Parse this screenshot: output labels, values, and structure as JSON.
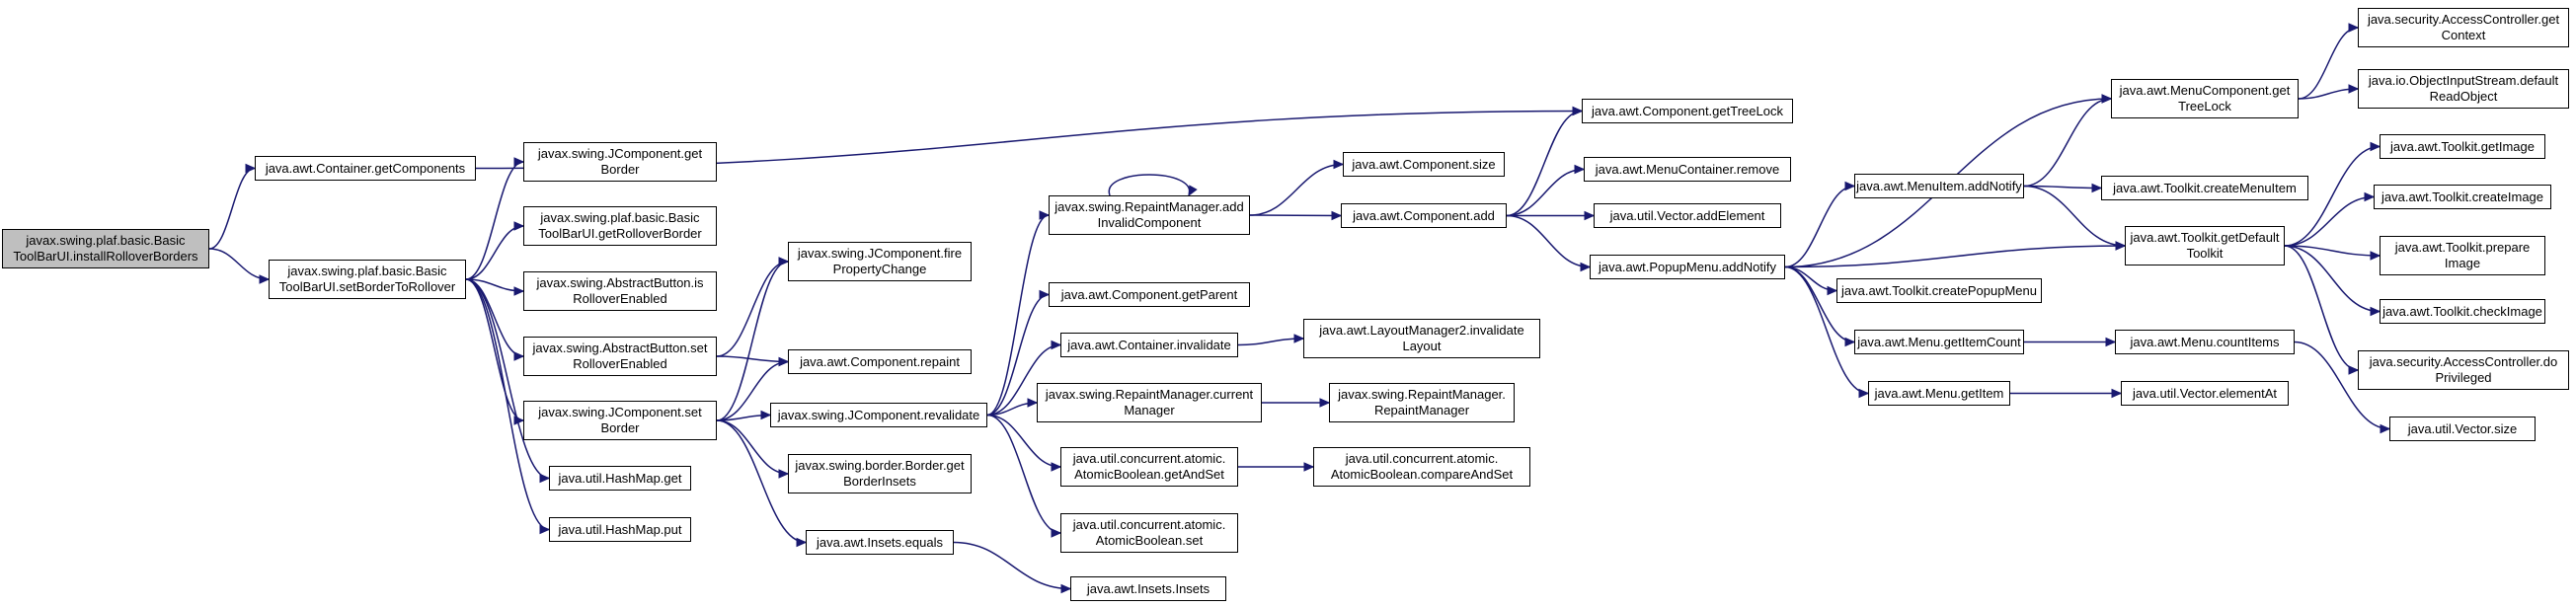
{
  "graph": {
    "edge_color": "#191970",
    "root_fill": "#bfbfbf",
    "nodes": [
      {
        "id": "root",
        "root": true,
        "lines": [
          "javax.swing.plaf.basic.Basic",
          "ToolBarUI.installRolloverBorders"
        ]
      },
      {
        "id": "getComponents",
        "lines": [
          "java.awt.Container.getComponents"
        ]
      },
      {
        "id": "setBorderToRollover",
        "lines": [
          "javax.swing.plaf.basic.Basic",
          "ToolBarUI.setBorderToRollover"
        ]
      },
      {
        "id": "jcGetBorder",
        "lines": [
          "javax.swing.JComponent.get",
          "Border"
        ]
      },
      {
        "id": "getRolloverBorder",
        "lines": [
          "javax.swing.plaf.basic.Basic",
          "ToolBarUI.getRolloverBorder"
        ]
      },
      {
        "id": "isRolloverEnabled",
        "lines": [
          "javax.swing.AbstractButton.is",
          "RolloverEnabled"
        ]
      },
      {
        "id": "setRolloverEnabled",
        "lines": [
          "javax.swing.AbstractButton.set",
          "RolloverEnabled"
        ]
      },
      {
        "id": "jcSetBorder",
        "lines": [
          "javax.swing.JComponent.set",
          "Border"
        ]
      },
      {
        "id": "hashGet",
        "lines": [
          "java.util.HashMap.get"
        ]
      },
      {
        "id": "hashPut",
        "lines": [
          "java.util.HashMap.put"
        ]
      },
      {
        "id": "firePropertyChange",
        "lines": [
          "javax.swing.JComponent.fire",
          "PropertyChange"
        ]
      },
      {
        "id": "compRepaint",
        "lines": [
          "java.awt.Component.repaint"
        ]
      },
      {
        "id": "revalidate",
        "lines": [
          "javax.swing.JComponent.revalidate"
        ]
      },
      {
        "id": "getBorderInsets",
        "lines": [
          "javax.swing.border.Border.get",
          "BorderInsets"
        ]
      },
      {
        "id": "insetsEquals",
        "lines": [
          "java.awt.Insets.equals"
        ]
      },
      {
        "id": "insetsInsets",
        "lines": [
          "java.awt.Insets.Insets"
        ]
      },
      {
        "id": "addInvalidComponent",
        "lines": [
          "javax.swing.RepaintManager.add",
          "InvalidComponent"
        ]
      },
      {
        "id": "getParent",
        "lines": [
          "java.awt.Component.getParent"
        ]
      },
      {
        "id": "containerInvalidate",
        "lines": [
          "java.awt.Container.invalidate"
        ]
      },
      {
        "id": "currentManager",
        "lines": [
          "javax.swing.RepaintManager.current",
          "Manager"
        ]
      },
      {
        "id": "getAndSet",
        "lines": [
          "java.util.concurrent.atomic.",
          "AtomicBoolean.getAndSet"
        ]
      },
      {
        "id": "abSet",
        "lines": [
          "java.util.concurrent.atomic.",
          "AtomicBoolean.set"
        ]
      },
      {
        "id": "compSize",
        "lines": [
          "java.awt.Component.size"
        ]
      },
      {
        "id": "compAdd",
        "lines": [
          "java.awt.Component.add"
        ]
      },
      {
        "id": "lm2Invalidate",
        "lines": [
          "java.awt.LayoutManager2.invalidate",
          "Layout"
        ]
      },
      {
        "id": "rmRepaintManager",
        "lines": [
          "javax.swing.RepaintManager.",
          "RepaintManager"
        ]
      },
      {
        "id": "compareAndSet",
        "lines": [
          "java.util.concurrent.atomic.",
          "AtomicBoolean.compareAndSet"
        ]
      },
      {
        "id": "getTreeLock",
        "lines": [
          "java.awt.Component.getTreeLock"
        ]
      },
      {
        "id": "menuContainerRemove",
        "lines": [
          "java.awt.MenuContainer.remove"
        ]
      },
      {
        "id": "vectorAddElement",
        "lines": [
          "java.util.Vector.addElement"
        ]
      },
      {
        "id": "popupAddNotify",
        "lines": [
          "java.awt.PopupMenu.addNotify"
        ]
      },
      {
        "id": "menuItemAddNotify",
        "lines": [
          "java.awt.MenuItem.addNotify"
        ]
      },
      {
        "id": "createPopupMenu",
        "lines": [
          "java.awt.Toolkit.createPopupMenu"
        ]
      },
      {
        "id": "menuGetItemCount",
        "lines": [
          "java.awt.Menu.getItemCount"
        ]
      },
      {
        "id": "menuGetItem",
        "lines": [
          "java.awt.Menu.getItem"
        ]
      },
      {
        "id": "menuCompGetTreeLock",
        "lines": [
          "java.awt.MenuComponent.get",
          "TreeLock"
        ]
      },
      {
        "id": "createMenuItem",
        "lines": [
          "java.awt.Toolkit.createMenuItem"
        ]
      },
      {
        "id": "getDefaultToolkit",
        "lines": [
          "java.awt.Toolkit.getDefault",
          "Toolkit"
        ]
      },
      {
        "id": "countItems",
        "lines": [
          "java.awt.Menu.countItems"
        ]
      },
      {
        "id": "vectorElementAt",
        "lines": [
          "java.util.Vector.elementAt"
        ]
      },
      {
        "id": "acGetContext",
        "lines": [
          "java.security.AccessController.get",
          "Context"
        ]
      },
      {
        "id": "oisDefaultReadObject",
        "lines": [
          "java.io.ObjectInputStream.default",
          "ReadObject"
        ]
      },
      {
        "id": "tkGetImage",
        "lines": [
          "java.awt.Toolkit.getImage"
        ]
      },
      {
        "id": "tkCreateImage",
        "lines": [
          "java.awt.Toolkit.createImage"
        ]
      },
      {
        "id": "tkPrepareImage",
        "lines": [
          "java.awt.Toolkit.prepare",
          "Image"
        ]
      },
      {
        "id": "tkCheckImage",
        "lines": [
          "java.awt.Toolkit.checkImage"
        ]
      },
      {
        "id": "acDoPrivileged",
        "lines": [
          "java.security.AccessController.do",
          "Privileged"
        ]
      },
      {
        "id": "vectorSize",
        "lines": [
          "java.util.Vector.size"
        ]
      }
    ],
    "edges": [
      [
        "root",
        "getComponents"
      ],
      [
        "root",
        "setBorderToRollover"
      ],
      [
        "getComponents",
        "getTreeLock"
      ],
      [
        "setBorderToRollover",
        "jcGetBorder"
      ],
      [
        "setBorderToRollover",
        "getRolloverBorder"
      ],
      [
        "setBorderToRollover",
        "isRolloverEnabled"
      ],
      [
        "setBorderToRollover",
        "setRolloverEnabled"
      ],
      [
        "setBorderToRollover",
        "jcSetBorder"
      ],
      [
        "setBorderToRollover",
        "hashGet"
      ],
      [
        "setBorderToRollover",
        "hashPut"
      ],
      [
        "setRolloverEnabled",
        "firePropertyChange"
      ],
      [
        "setRolloverEnabled",
        "compRepaint"
      ],
      [
        "jcSetBorder",
        "firePropertyChange"
      ],
      [
        "jcSetBorder",
        "compRepaint"
      ],
      [
        "jcSetBorder",
        "revalidate"
      ],
      [
        "jcSetBorder",
        "getBorderInsets"
      ],
      [
        "jcSetBorder",
        "insetsEquals"
      ],
      [
        "insetsEquals",
        "insetsInsets"
      ],
      [
        "revalidate",
        "addInvalidComponent"
      ],
      [
        "revalidate",
        "getParent"
      ],
      [
        "revalidate",
        "containerInvalidate"
      ],
      [
        "revalidate",
        "currentManager"
      ],
      [
        "revalidate",
        "getAndSet"
      ],
      [
        "revalidate",
        "abSet"
      ],
      [
        "addInvalidComponent",
        "addInvalidComponent"
      ],
      [
        "addInvalidComponent",
        "compSize"
      ],
      [
        "addInvalidComponent",
        "compAdd"
      ],
      [
        "containerInvalidate",
        "lm2Invalidate"
      ],
      [
        "currentManager",
        "rmRepaintManager"
      ],
      [
        "getAndSet",
        "compareAndSet"
      ],
      [
        "compAdd",
        "getTreeLock"
      ],
      [
        "compAdd",
        "menuContainerRemove"
      ],
      [
        "compAdd",
        "vectorAddElement"
      ],
      [
        "compAdd",
        "popupAddNotify"
      ],
      [
        "popupAddNotify",
        "menuCompGetTreeLock"
      ],
      [
        "popupAddNotify",
        "menuItemAddNotify"
      ],
      [
        "popupAddNotify",
        "getDefaultToolkit"
      ],
      [
        "popupAddNotify",
        "createPopupMenu"
      ],
      [
        "popupAddNotify",
        "menuGetItemCount"
      ],
      [
        "popupAddNotify",
        "menuGetItem"
      ],
      [
        "menuItemAddNotify",
        "menuCompGetTreeLock"
      ],
      [
        "menuItemAddNotify",
        "createMenuItem"
      ],
      [
        "menuItemAddNotify",
        "getDefaultToolkit"
      ],
      [
        "menuCompGetTreeLock",
        "acGetContext"
      ],
      [
        "menuCompGetTreeLock",
        "oisDefaultReadObject"
      ],
      [
        "getDefaultToolkit",
        "tkGetImage"
      ],
      [
        "getDefaultToolkit",
        "tkCreateImage"
      ],
      [
        "getDefaultToolkit",
        "tkPrepareImage"
      ],
      [
        "getDefaultToolkit",
        "tkCheckImage"
      ],
      [
        "getDefaultToolkit",
        "acDoPrivileged"
      ],
      [
        "menuGetItemCount",
        "countItems"
      ],
      [
        "countItems",
        "vectorSize"
      ],
      [
        "menuGetItem",
        "vectorElementAt"
      ]
    ]
  }
}
